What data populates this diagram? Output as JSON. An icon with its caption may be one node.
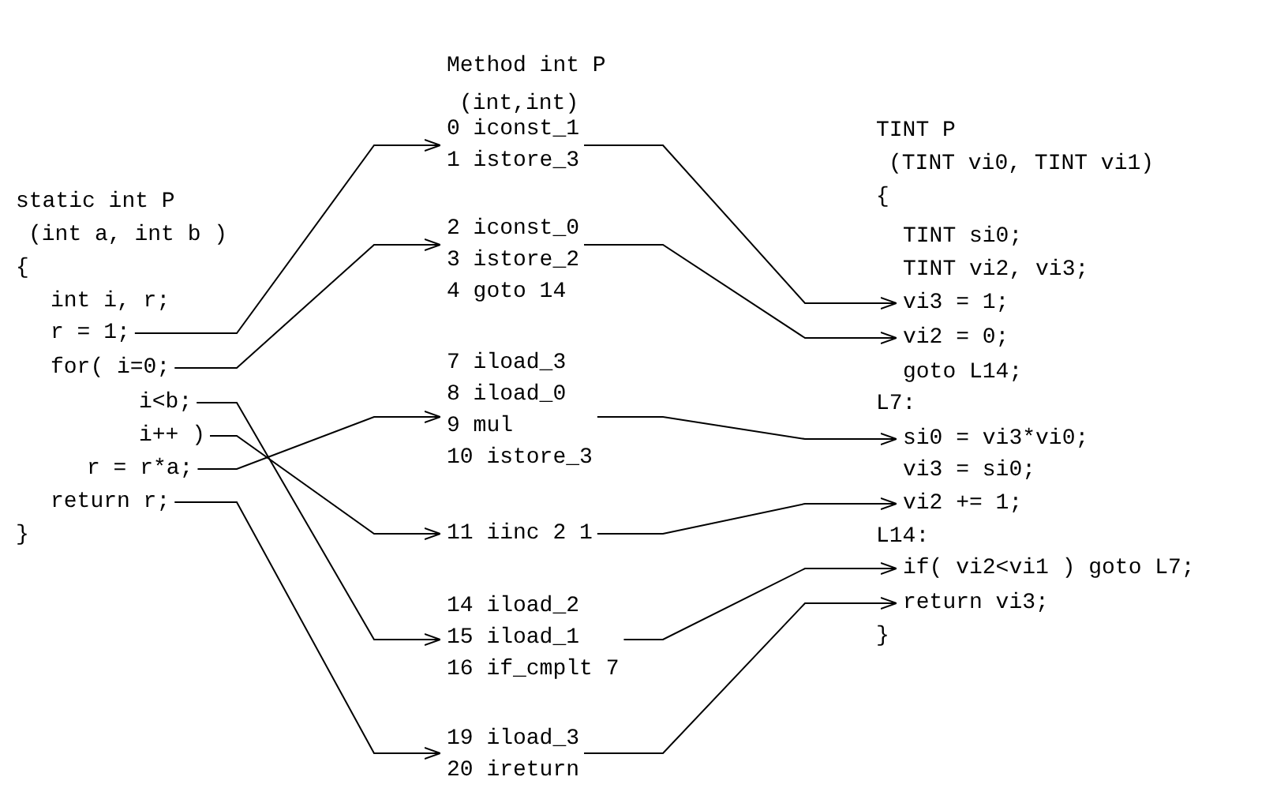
{
  "diagram": {
    "nodes": [
      {
        "text": [
          "r = 1;"
        ]
      },
      {
        "text": [
          "for( i=0;"
        ]
      },
      {
        "text": [
          "i<b;"
        ]
      },
      {
        "text": [
          "i++ )"
        ]
      },
      {
        "text": [
          "r = r*a;"
        ]
      },
      {
        "text": [
          "return r;"
        ]
      },
      {
        "text": [
          "0 iconst_1",
          "1 istore_3"
        ]
      },
      {
        "text": [
          "2 iconst_0",
          "3 istore_2",
          "4 goto 14"
        ]
      },
      {
        "text": [
          "7 iload_3",
          "8 iload_0",
          "9 mul",
          "10 istore_3"
        ]
      },
      {
        "text": [
          "11 iinc 2 1"
        ]
      },
      {
        "text": [
          "14 iload_2",
          "15 iload_1",
          "16 if_cmplt 7"
        ]
      },
      {
        "text": [
          "19 iload_3",
          "20 ireturn"
        ]
      },
      {
        "text": [
          "vi3 = 1;"
        ]
      },
      {
        "text": [
          "vi2 = 0;"
        ]
      },
      {
        "text": [
          "si0 = vi3*vi0;"
        ]
      },
      {
        "text": [
          "vi2 += 1;"
        ]
      },
      {
        "text": [
          "if( vi2<vi1 ) goto L7;"
        ]
      },
      {
        "text": [
          "return vi3;"
        ]
      }
    ],
    "edges": [
      {
        "from": 0,
        "to": 6,
        "arrow": "to"
      },
      {
        "from": 1,
        "to": 7,
        "arrow": "to"
      },
      {
        "from": 2,
        "to": 10,
        "arrow": "to"
      },
      {
        "from": 3,
        "to": 9,
        "arrow": "to"
      },
      {
        "from": 4,
        "to": 8,
        "arrow": "to"
      },
      {
        "from": 5,
        "to": 11,
        "arrow": "to"
      },
      {
        "from": 6,
        "to": 12,
        "arrow": "to"
      },
      {
        "from": 7,
        "to": 13,
        "arrow": "to"
      },
      {
        "from": 8,
        "to": 14,
        "arrow": "to"
      },
      {
        "from": 9,
        "to": 15,
        "arrow": "to"
      },
      {
        "from": 10,
        "to": 16,
        "arrow": "to"
      },
      {
        "from": 11,
        "to": 17,
        "arrow": "to"
      }
    ],
    "labels": [
      "Method int P",
      "(int,int)",
      "TINT P",
      "(TINT vi0, TINT vi1)",
      "{",
      "static int P",
      "(int a, int b )",
      "{",
      "TINT si0;",
      "TINT vi2, vi3;",
      "int i, r;",
      "goto L14;",
      "L7:",
      "vi3 = si0;",
      "L14:",
      "}",
      "}"
    ]
  }
}
